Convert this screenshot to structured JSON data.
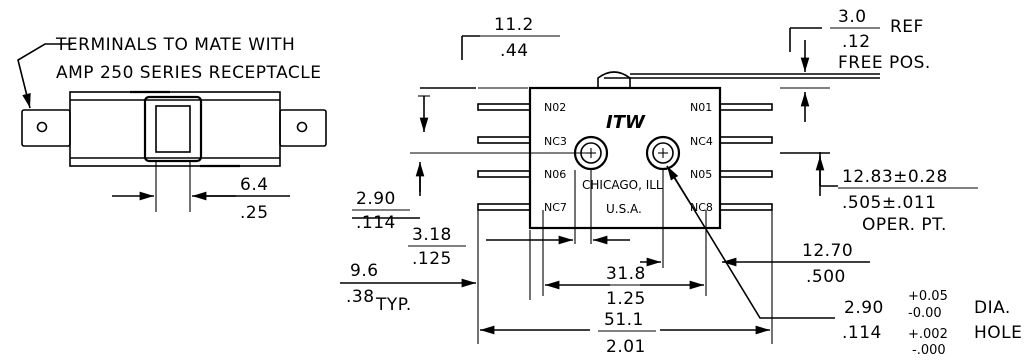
{
  "note": {
    "line1": "TERMINALS TO MATE WITH",
    "line2": "AMP 250 SERIES RECEPTACLE"
  },
  "switch": {
    "logo": "ITW",
    "city": "CHICAGO, ILL",
    "country": "U.S.A.",
    "terminals_left": [
      "N02",
      "NC3",
      "N06",
      "NC7"
    ],
    "terminals_right": [
      "N01",
      "NC4",
      "N05",
      "NC8"
    ]
  },
  "dims": {
    "d1": {
      "mm": "11.2",
      "in": ".44"
    },
    "d2": {
      "mm": "3.0",
      "in": ".12",
      "note1": "REF",
      "note2": "FREE POS."
    },
    "d3": {
      "mm": "6.4",
      "in": ".25"
    },
    "d4": {
      "mm": "2.90",
      "in": ".114"
    },
    "d5": {
      "mm": "3.18",
      "in": ".125"
    },
    "d6": {
      "mm": "12.83±0.28",
      "in": ".505±.011",
      "note": "OPER. PT."
    },
    "d7": {
      "mm": "9.6",
      "in": ".38",
      "note": "TYP."
    },
    "d8": {
      "mm": "31.8",
      "in": "1.25"
    },
    "d9": {
      "mm": "12.70",
      "in": ".500"
    },
    "d10": {
      "mm": "51.1",
      "in": "2.01"
    },
    "d11": {
      "mm": "2.90",
      "in": ".114",
      "tol_mm_plus": "+0.05",
      "tol_mm_minus": "-0.00",
      "tol_in_plus": "+.002",
      "tol_in_minus": "-.000",
      "note1": "DIA.",
      "note2": "HOLE"
    }
  }
}
